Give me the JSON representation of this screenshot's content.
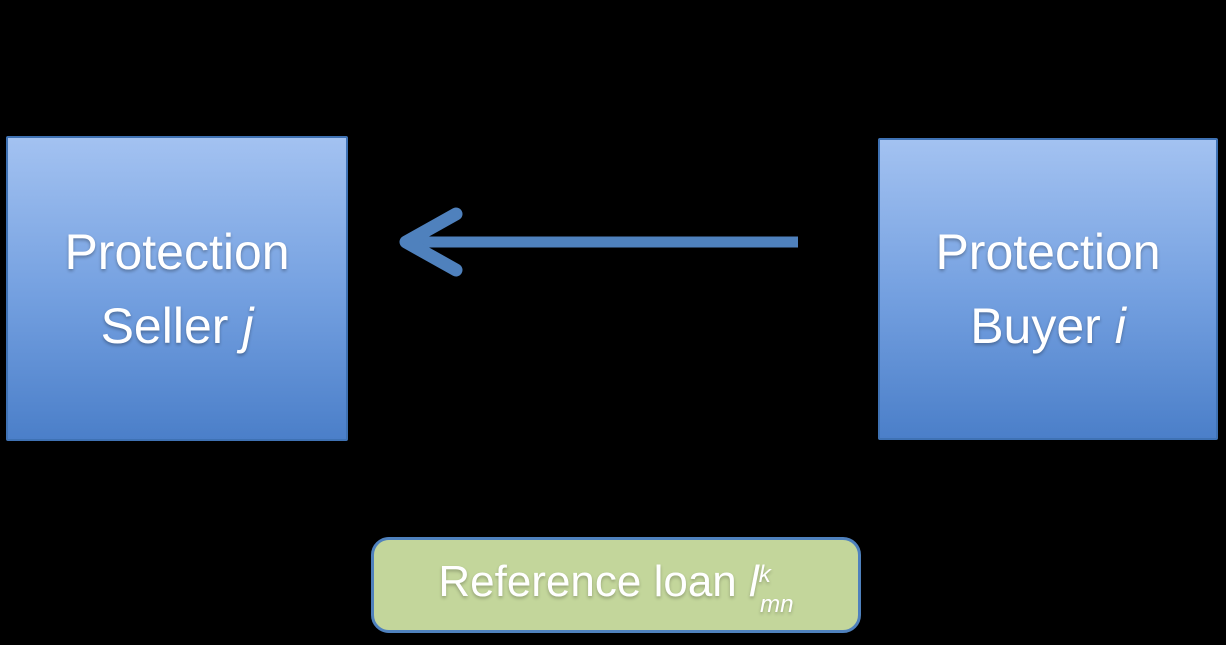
{
  "colors": {
    "background": "#000000",
    "box_gradient_top": "#a3c2f1",
    "box_gradient_mid": "#74a0e0",
    "box_gradient_bottom": "#4b7fc9",
    "box_border": "#3f72b4",
    "arrow": "#4f81bd",
    "loan_fill": "#c3d69b",
    "loan_border": "#4f81bd",
    "text": "#ffffff"
  },
  "seller_box": {
    "line1": "Protection",
    "line2_prefix": "Seller ",
    "line2_variable": "j"
  },
  "buyer_box": {
    "line1": "Protection",
    "line2_prefix": "Buyer ",
    "line2_variable": "i"
  },
  "reference_loan_box": {
    "text_prefix": "Reference loan ",
    "variable": "l",
    "superscript": "k",
    "subscript": "mn"
  },
  "arrow": {
    "direction": "right-to-left",
    "from": "protection-buyer-box",
    "to": "protection-seller-box"
  }
}
